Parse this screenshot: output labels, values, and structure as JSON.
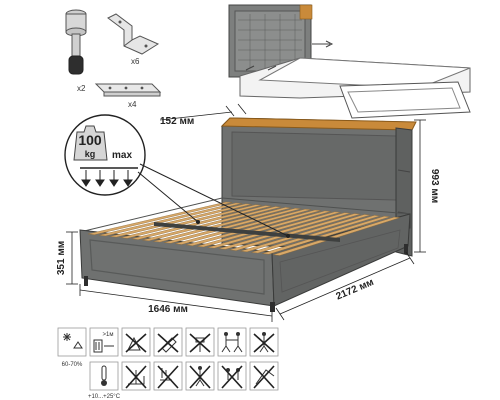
{
  "parts": {
    "leg_qty": "x2",
    "bracket_qty": "x6",
    "plate_qty": "x4"
  },
  "load": {
    "value": "100",
    "unit": "kg",
    "label": "max"
  },
  "dimensions": {
    "headboard_depth": "152 мм",
    "height": "993 мм",
    "side_height": "351 мм",
    "width": "1646 мм",
    "length": "2172 мм"
  },
  "care_icons": {
    "humidity": "60-70%",
    "distance": ">1м",
    "temperature": "+10...+25°C"
  },
  "colors": {
    "body": "#6f7170",
    "body_dark": "#4f5150",
    "wood": "#d8a868",
    "top_wood": "#c98a3a"
  }
}
